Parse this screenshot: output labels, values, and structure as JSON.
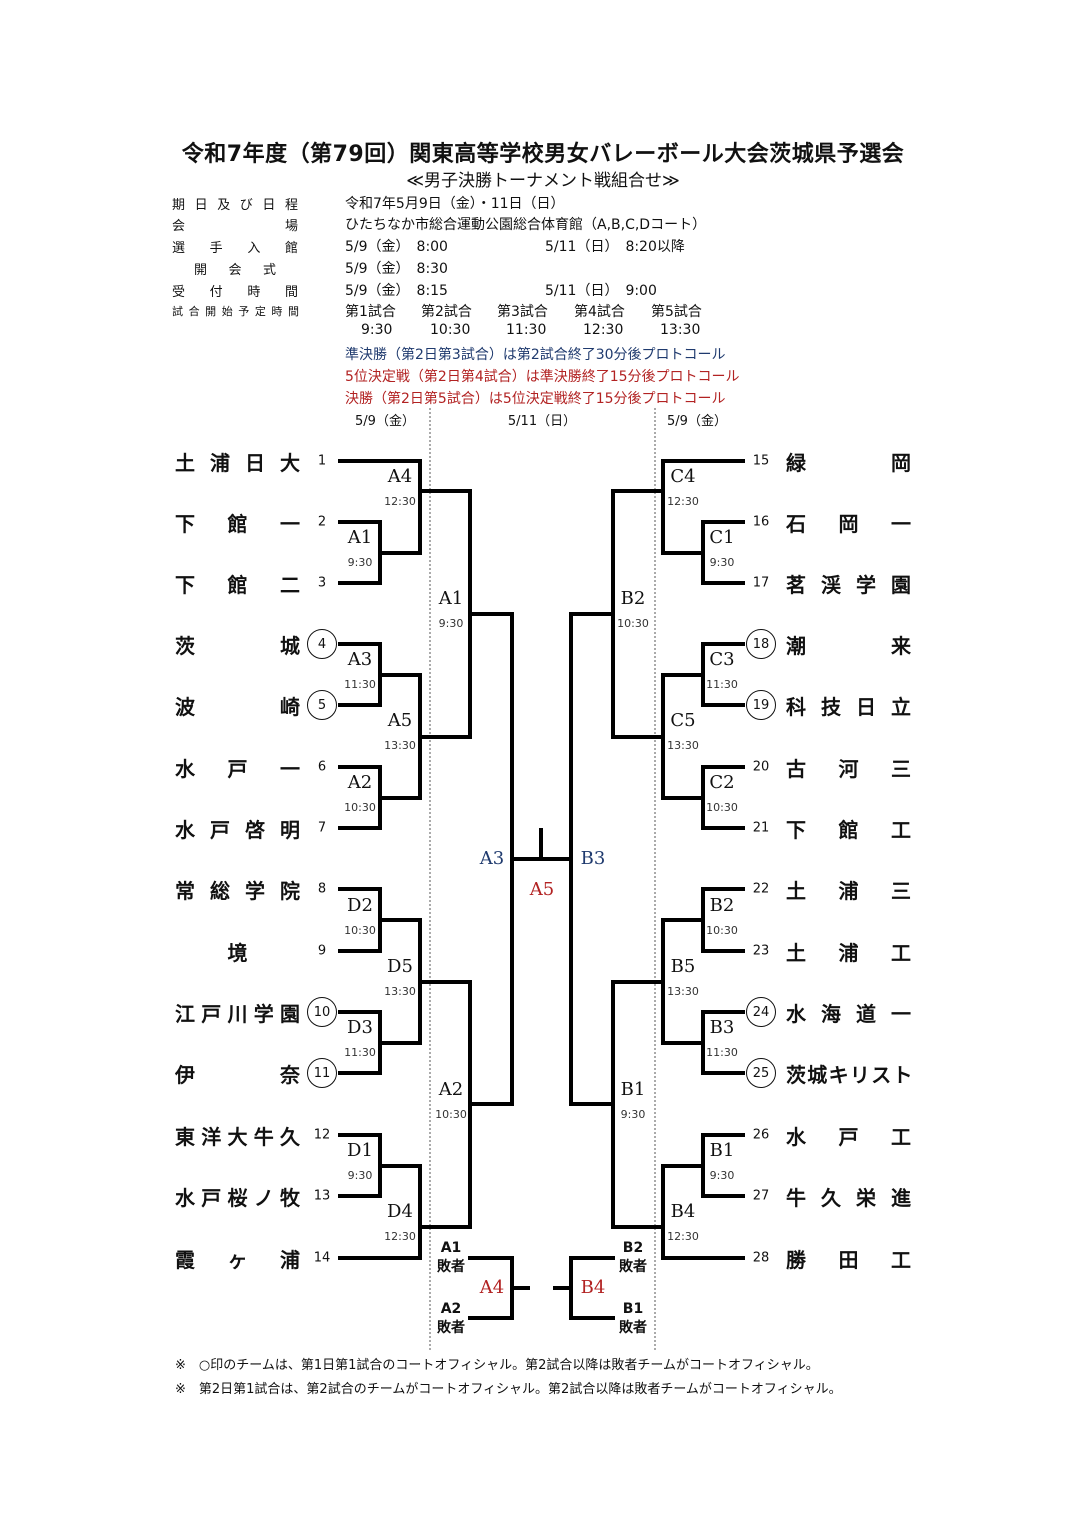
{
  "title": "令和7年度（第79回）関東高等学校男女バレーボール大会茨城県予選会",
  "subtitle": "≪男子決勝トーナメント戦組合せ≫",
  "info": [
    {
      "label": "期日及び日程",
      "value": "令和7年5月9日（金）・11日（日）"
    },
    {
      "label": "会場",
      "value": "ひたちなか市総合運動公園総合体育館（A,B,C,Dコート）"
    },
    {
      "label": "選手入館",
      "value": "5/9（金）　8:00",
      "value2": "5/11（日）　8:20以降"
    },
    {
      "label": "開会式",
      "value": "5/9（金）　8:30"
    },
    {
      "label": "受付時間",
      "value": "5/9（金）　8:15",
      "value2": "5/11（日）　9:00"
    }
  ],
  "schedule": {
    "label": "試合開始予定時間",
    "games": [
      "第1試合",
      "第2試合",
      "第3試合",
      "第4試合",
      "第5試合"
    ],
    "times": [
      "9:30",
      "10:30",
      "11:30",
      "12:30",
      "13:30"
    ]
  },
  "notes": [
    {
      "text": "準決勝（第2日第3試合）は第2試合終了30分後プロトコール",
      "color": "#1f3a6e"
    },
    {
      "text": "5位決定戦（第2日第4試合）は準決勝終了15分後プロトコール",
      "color": "#b22222"
    },
    {
      "text": "決勝（第2日第5試合）は5位決定戦終了15分後プロトコール",
      "color": "#b22222"
    }
  ],
  "date_headers": [
    "5/9（金）",
    "5/11（日）",
    "5/9（金）"
  ],
  "teams_left": [
    {
      "no": "1",
      "name": "土浦日大",
      "circled": false
    },
    {
      "no": "2",
      "name": "下館一",
      "circled": false
    },
    {
      "no": "3",
      "name": "下館二",
      "circled": false
    },
    {
      "no": "4",
      "name": "茨城",
      "circled": true
    },
    {
      "no": "5",
      "name": "波崎",
      "circled": true
    },
    {
      "no": "6",
      "name": "水戸一",
      "circled": false
    },
    {
      "no": "7",
      "name": "水戸啓明",
      "circled": false
    },
    {
      "no": "8",
      "name": "常総学院",
      "circled": false
    },
    {
      "no": "9",
      "name": "境",
      "circled": false
    },
    {
      "no": "10",
      "name": "江戸川学園",
      "circled": true
    },
    {
      "no": "11",
      "name": "伊奈",
      "circled": true
    },
    {
      "no": "12",
      "name": "東洋大牛久",
      "circled": false
    },
    {
      "no": "13",
      "name": "水戸桜ノ牧",
      "circled": false
    },
    {
      "no": "14",
      "name": "霞ヶ浦",
      "circled": false
    }
  ],
  "teams_right": [
    {
      "no": "15",
      "name": "緑岡",
      "circled": false
    },
    {
      "no": "16",
      "name": "石岡一",
      "circled": false
    },
    {
      "no": "17",
      "name": "茗渓学園",
      "circled": false
    },
    {
      "no": "18",
      "name": "潮来",
      "circled": true
    },
    {
      "no": "19",
      "name": "科技日立",
      "circled": true
    },
    {
      "no": "20",
      "name": "古河三",
      "circled": false
    },
    {
      "no": "21",
      "name": "下館工",
      "circled": false
    },
    {
      "no": "22",
      "name": "土浦三",
      "circled": false
    },
    {
      "no": "23",
      "name": "土浦工",
      "circled": false
    },
    {
      "no": "24",
      "name": "水海道一",
      "circled": true
    },
    {
      "no": "25",
      "name": "茨城キリスト",
      "circled": true
    },
    {
      "no": "26",
      "name": "水戸工",
      "circled": false
    },
    {
      "no": "27",
      "name": "牛久栄進",
      "circled": false
    },
    {
      "no": "28",
      "name": "勝田工",
      "circled": false
    }
  ],
  "matches_left": [
    {
      "code": "A4",
      "time": "12:30"
    },
    {
      "code": "A1",
      "time": "9:30"
    },
    {
      "code": "A1",
      "time": "9:30"
    },
    {
      "code": "A3",
      "time": "11:30"
    },
    {
      "code": "A5",
      "time": "13:30"
    },
    {
      "code": "A2",
      "time": "10:30"
    },
    {
      "code": "D2",
      "time": "10:30"
    },
    {
      "code": "D5",
      "time": "13:30"
    },
    {
      "code": "D3",
      "time": "11:30"
    },
    {
      "code": "A2",
      "time": "10:30"
    },
    {
      "code": "D1",
      "time": "9:30"
    },
    {
      "code": "D4",
      "time": "12:30"
    }
  ],
  "matches_right": [
    {
      "code": "C4",
      "time": "12:30"
    },
    {
      "code": "C1",
      "time": "9:30"
    },
    {
      "code": "B2",
      "time": "10:30"
    },
    {
      "code": "C3",
      "time": "11:30"
    },
    {
      "code": "C5",
      "time": "13:30"
    },
    {
      "code": "C2",
      "time": "10:30"
    },
    {
      "code": "B2",
      "time": "10:30"
    },
    {
      "code": "B5",
      "time": "13:30"
    },
    {
      "code": "B3",
      "time": "11:30"
    },
    {
      "code": "B1",
      "time": "9:30"
    },
    {
      "code": "B1",
      "time": "9:30"
    },
    {
      "code": "B4",
      "time": "12:30"
    }
  ],
  "center": {
    "semi_left": "A3",
    "semi_right": "B3",
    "final": "A5",
    "fifth_left": "A4",
    "fifth_right": "B4"
  },
  "losers": [
    {
      "code": "A1",
      "label": "敗者"
    },
    {
      "code": "A2",
      "label": "敗者"
    },
    {
      "code": "B2",
      "label": "敗者"
    },
    {
      "code": "B1",
      "label": "敗者"
    }
  ],
  "footnotes": [
    "※　○印のチームは、第1日第1試合のコートオフィシャル。第2試合以降は敗者チームがコートオフィシャル。",
    "※　第2日第1試合は、第2試合のチームがコートオフィシャル。第2試合以降は敗者チームがコートオフィシャル。"
  ],
  "colors": {
    "semi": "#1f3a6e",
    "placement": "#b22222",
    "line": "#000000"
  }
}
